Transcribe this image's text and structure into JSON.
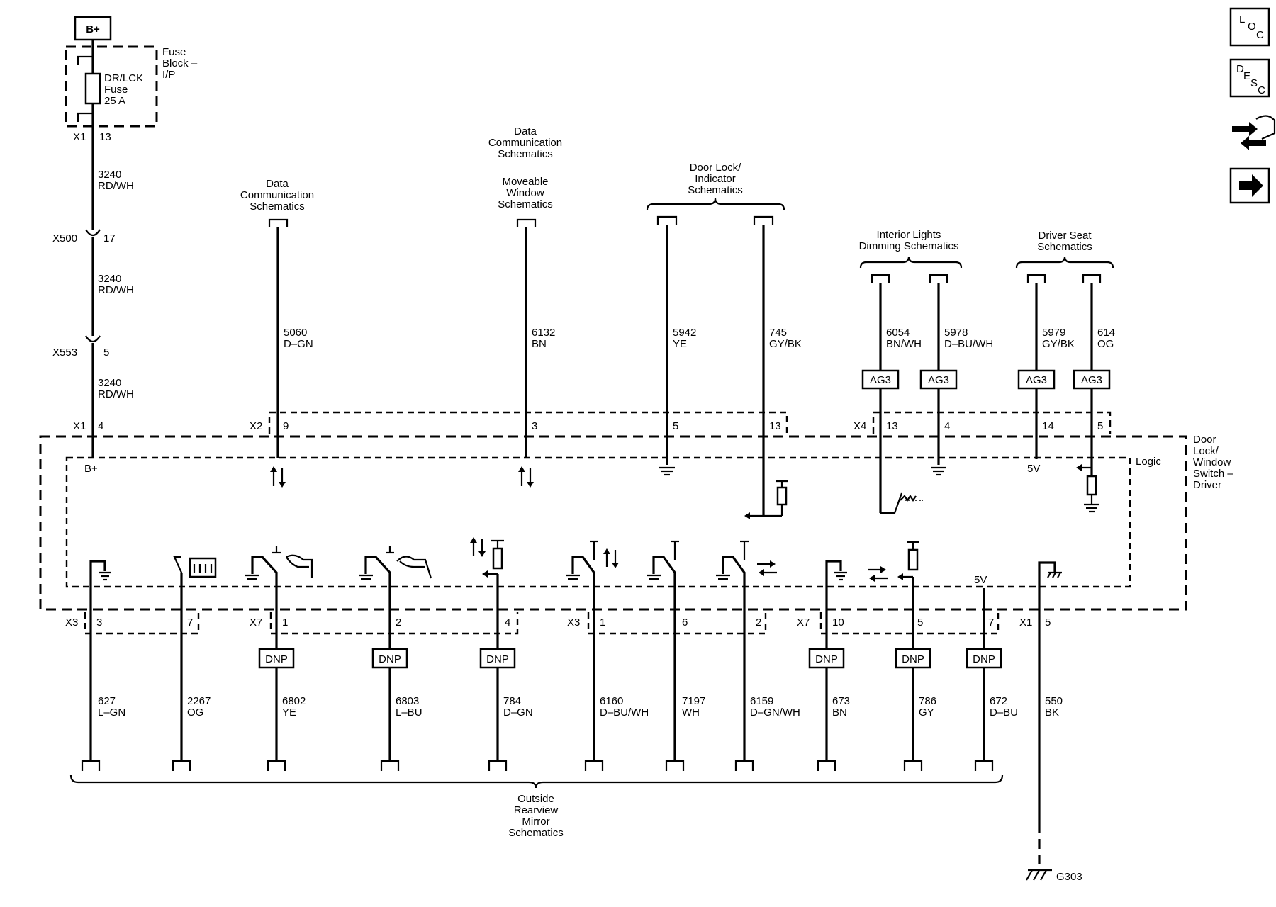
{
  "power": {
    "battery": "B+",
    "fuse_block": [
      "Fuse",
      "Block –",
      "I/P"
    ],
    "fuse": [
      "DR/LCK",
      "Fuse",
      "25 A"
    ],
    "conn_x1": "X1",
    "conn_x1_pin": "13",
    "wire1": [
      "3240",
      "RD/WH"
    ],
    "conn_x500": "X500",
    "conn_x500_pin": "17",
    "wire2": [
      "3240",
      "RD/WH"
    ],
    "conn_x553": "X553",
    "conn_x553_pin": "5",
    "wire3": [
      "3240",
      "RD/WH"
    ]
  },
  "top_refs": {
    "data_comm1": [
      "Data",
      "Communication",
      "Schematics"
    ],
    "data_comm2": [
      "Data",
      "Communication",
      "Schematics"
    ],
    "moveable": [
      "Moveable",
      "Window",
      "Schematics"
    ],
    "door_lock": [
      "Door Lock/",
      "Indicator",
      "Schematics"
    ],
    "interior": [
      "Interior Lights",
      "Dimming Schematics"
    ],
    "driver_seat": [
      "Driver Seat",
      "Schematics"
    ]
  },
  "top_wires": [
    {
      "num": "5060",
      "color": "D–GN"
    },
    {
      "num": "6132",
      "color": "BN"
    },
    {
      "num": "5942",
      "color": "YE"
    },
    {
      "num": "745",
      "color": "GY/BK"
    },
    {
      "num": "6054",
      "color": "BN/WH"
    },
    {
      "num": "5978",
      "color": "D–BU/WH"
    },
    {
      "num": "5979",
      "color": "GY/BK"
    },
    {
      "num": "614",
      "color": "OG"
    }
  ],
  "ag3_label": "AG3",
  "top_connectors": {
    "x1": "X1",
    "x1_pin": "4",
    "x2": "X2",
    "x2_pins": [
      "9",
      "3",
      "5",
      "13"
    ],
    "x4": "X4",
    "x4_pins": [
      "13",
      "4",
      "14",
      "5"
    ]
  },
  "module": {
    "name": [
      "Door",
      "Lock/",
      "Window",
      "Switch –",
      "Driver"
    ],
    "logic": "Logic",
    "bplus": "B+",
    "five_v": "5V"
  },
  "bottom_connectors": {
    "x3a": "X3",
    "x3a_pins": [
      "3",
      "7"
    ],
    "x7a": "X7",
    "x7a_pins": [
      "1",
      "2",
      "4"
    ],
    "x3b": "X3",
    "x3b_pins": [
      "1",
      "6",
      "2"
    ],
    "x7b": "X7",
    "x7b_pins": [
      "10",
      "5",
      "7"
    ],
    "x1": "X1",
    "x1_pin": "5"
  },
  "dnp_label": "DNP",
  "bottom_wires": [
    {
      "num": "627",
      "color": "L–GN"
    },
    {
      "num": "2267",
      "color": "OG"
    },
    {
      "num": "6802",
      "color": "YE"
    },
    {
      "num": "6803",
      "color": "L–BU"
    },
    {
      "num": "784",
      "color": "D–GN"
    },
    {
      "num": "6160",
      "color": "D–BU/WH"
    },
    {
      "num": "7197",
      "color": "WH"
    },
    {
      "num": "6159",
      "color": "D–GN/WH"
    },
    {
      "num": "673",
      "color": "BN"
    },
    {
      "num": "786",
      "color": "GY"
    },
    {
      "num": "672",
      "color": "D–BU"
    },
    {
      "num": "550",
      "color": "BK"
    }
  ],
  "mirror_ref": [
    "Outside",
    "Rearview",
    "Mirror",
    "Schematics"
  ],
  "ground": "G303",
  "side_buttons": {
    "loc": [
      "L",
      "O",
      "C"
    ],
    "desc": [
      "D",
      "E",
      "S",
      "C"
    ]
  }
}
